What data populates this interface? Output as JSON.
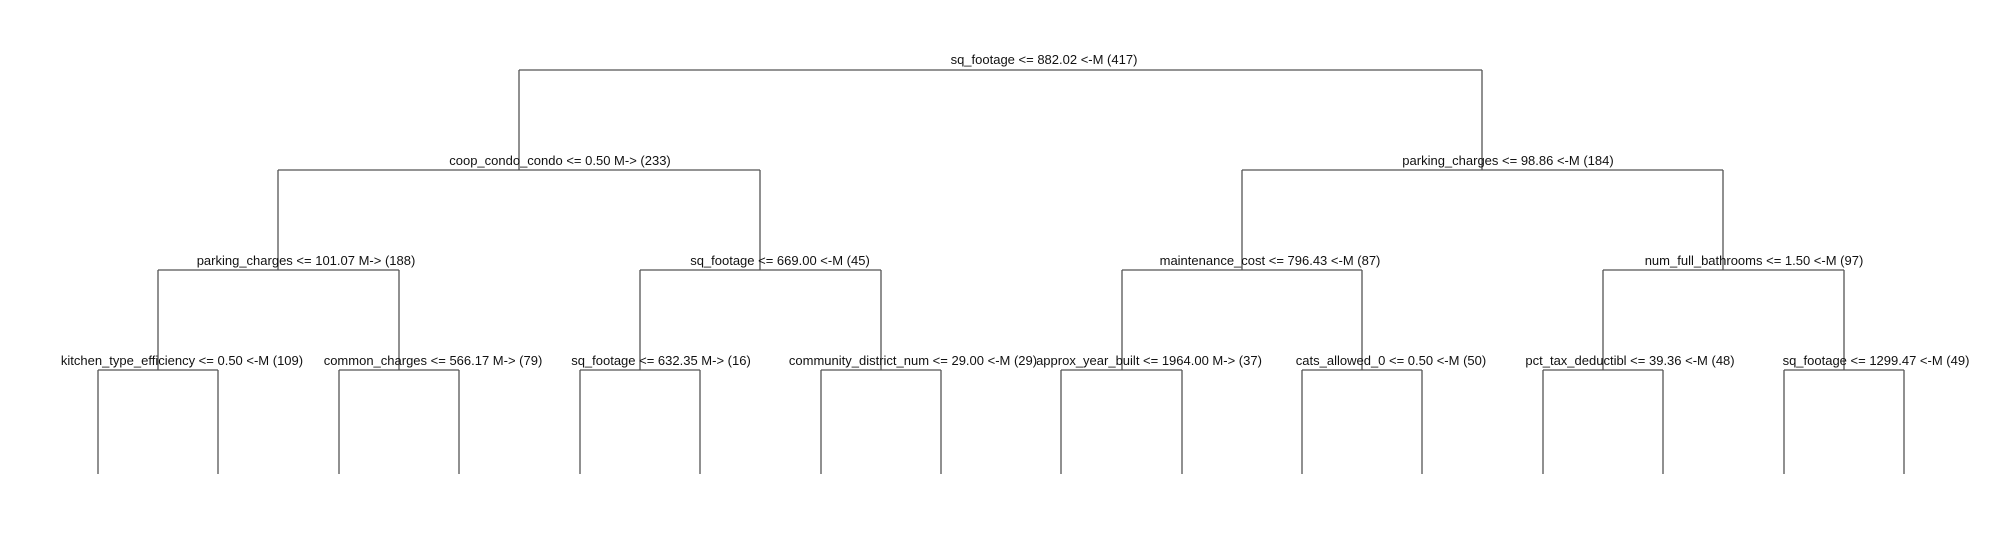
{
  "tree": {
    "root": {
      "label": "sq_footage <= 882.02 <-M (417)",
      "left": {
        "label": "coop_condo_condo <= 0.50 M-> (233)",
        "left": {
          "label": "parking_charges <= 101.07 M-> (188)",
          "left": {
            "label": "kitchen_type_efficiency <= 0.50 <-M (109)"
          },
          "right": {
            "label": "common_charges <= 566.17 M-> (79)"
          }
        },
        "right": {
          "label": "sq_footage <= 669.00 <-M (45)",
          "left": {
            "label": "sq_footage <= 632.35 M-> (16)"
          },
          "right": {
            "label": "community_district_num <= 29.00 <-M (29)"
          }
        }
      },
      "right": {
        "label": "parking_charges <= 98.86 <-M (184)",
        "left": {
          "label": "maintenance_cost <= 796.43 <-M (87)",
          "left": {
            "label": "approx_year_built <= 1964.00 M-> (37)"
          },
          "right": {
            "label": "cats_allowed_0 <= 0.50 <-M (50)"
          }
        },
        "right": {
          "label": "num_full_bathrooms <= 1.50 <-M (97)",
          "left": {
            "label": "pct_tax_deductibl <= 39.36 <-M (48)"
          },
          "right": {
            "label": "sq_footage <= 1299.47 <-M (49)"
          }
        }
      }
    }
  }
}
